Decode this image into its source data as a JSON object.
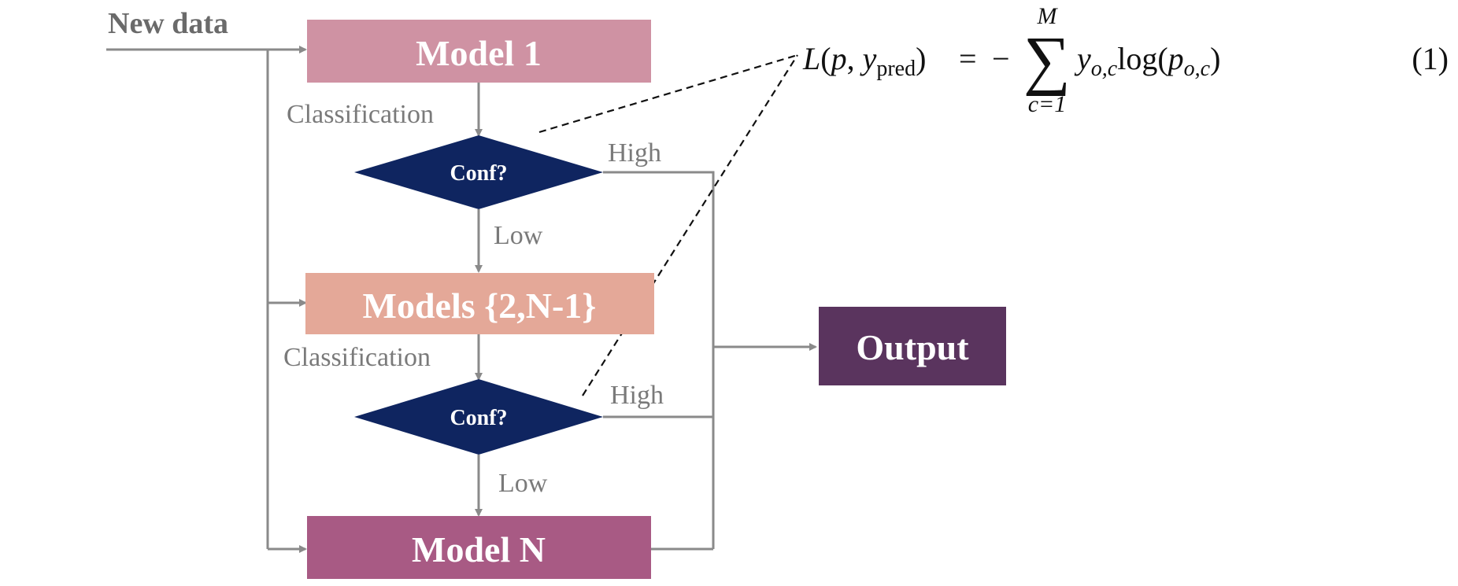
{
  "diagram": {
    "input_label": "New data",
    "nodes": {
      "model1": "Model 1",
      "models_mid": "Models {2,N-1}",
      "modelN": "Model N",
      "output": "Output",
      "conf1": "Conf?",
      "conf2": "Conf?"
    },
    "edge_labels": {
      "classification_1": "Classification",
      "classification_2": "Classification",
      "high_1": "High",
      "high_2": "High",
      "low_1": "Low",
      "low_2": "Low"
    },
    "colors": {
      "model1": "#cf92a3",
      "models_mid": "#e4a898",
      "modelN": "#a85a84",
      "output": "#5a345e",
      "decision": "#0f2560",
      "connector": "#8a8a8a"
    }
  },
  "equation": {
    "lhs_L": "L",
    "lhs_open": "(",
    "lhs_p": "p",
    "lhs_comma": ", ",
    "lhs_y": "y",
    "lhs_sub": "pred",
    "lhs_close": ")",
    "equals": "=",
    "minus": "−",
    "sum_symbol": "∑",
    "sum_upper": "M",
    "sum_lower": "c=1",
    "term_y": "y",
    "term_y_sub": "o,c",
    "term_log": "log(",
    "term_p": "p",
    "term_p_sub": "o,c",
    "term_close": ")",
    "number": "(1)"
  }
}
